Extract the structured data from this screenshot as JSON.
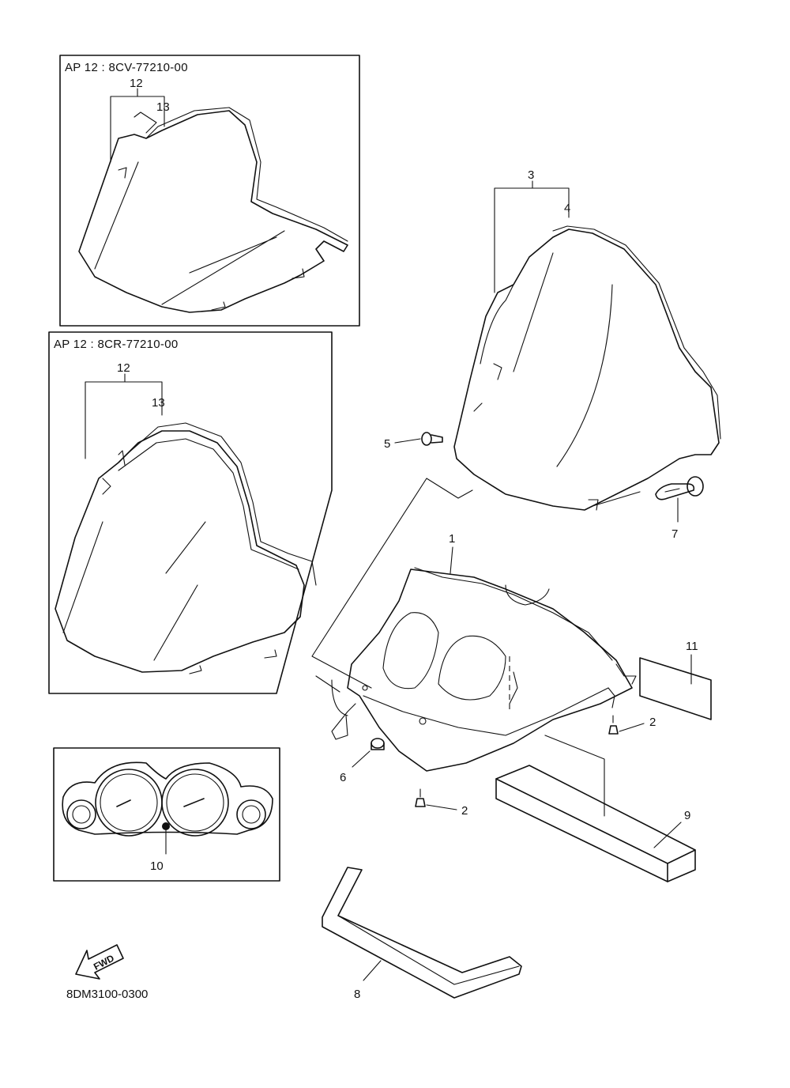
{
  "inset_top": {
    "header": "AP 12 : 8CV-77210-00",
    "labels": [
      "12",
      "13"
    ]
  },
  "inset_middle": {
    "header": "AP 12 : 8CR-77210-00",
    "labels": [
      "12",
      "13"
    ]
  },
  "gauge_inset": {
    "label": "10"
  },
  "callouts": {
    "p1": "1",
    "p2a": "2",
    "p2b": "2",
    "p3": "3",
    "p4": "4",
    "p5": "5",
    "p6": "6",
    "p7": "7",
    "p8": "8",
    "p9": "9",
    "p11": "11"
  },
  "fwd_text": "FWD",
  "drawing_code": "8DM3100-0300"
}
